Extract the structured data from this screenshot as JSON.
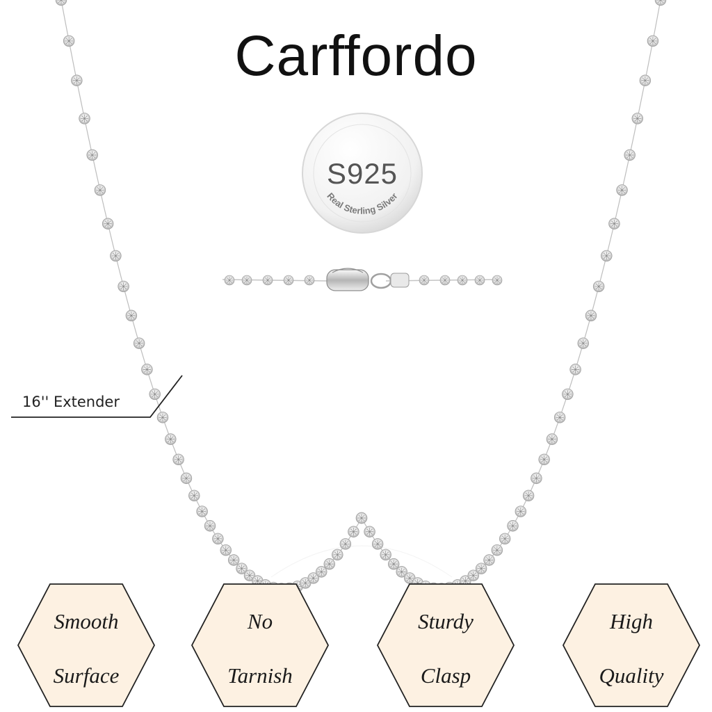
{
  "brand": "Carffordo",
  "badge": {
    "stamp": "S925",
    "ring_text": "Real Sterling Silver"
  },
  "extender_label": "16'' Extender",
  "features": [
    {
      "line1": "Smooth",
      "line2": "Surface"
    },
    {
      "line1": "No",
      "line2": "Tarnish"
    },
    {
      "line1": "Sturdy",
      "line2": "Clasp"
    },
    {
      "line1": "High",
      "line2": "Quality"
    }
  ],
  "colors": {
    "background": "#ffffff",
    "hexagon_fill": "#fdf1e2",
    "hexagon_stroke": "#222222",
    "silver": "#c8c8c8"
  }
}
